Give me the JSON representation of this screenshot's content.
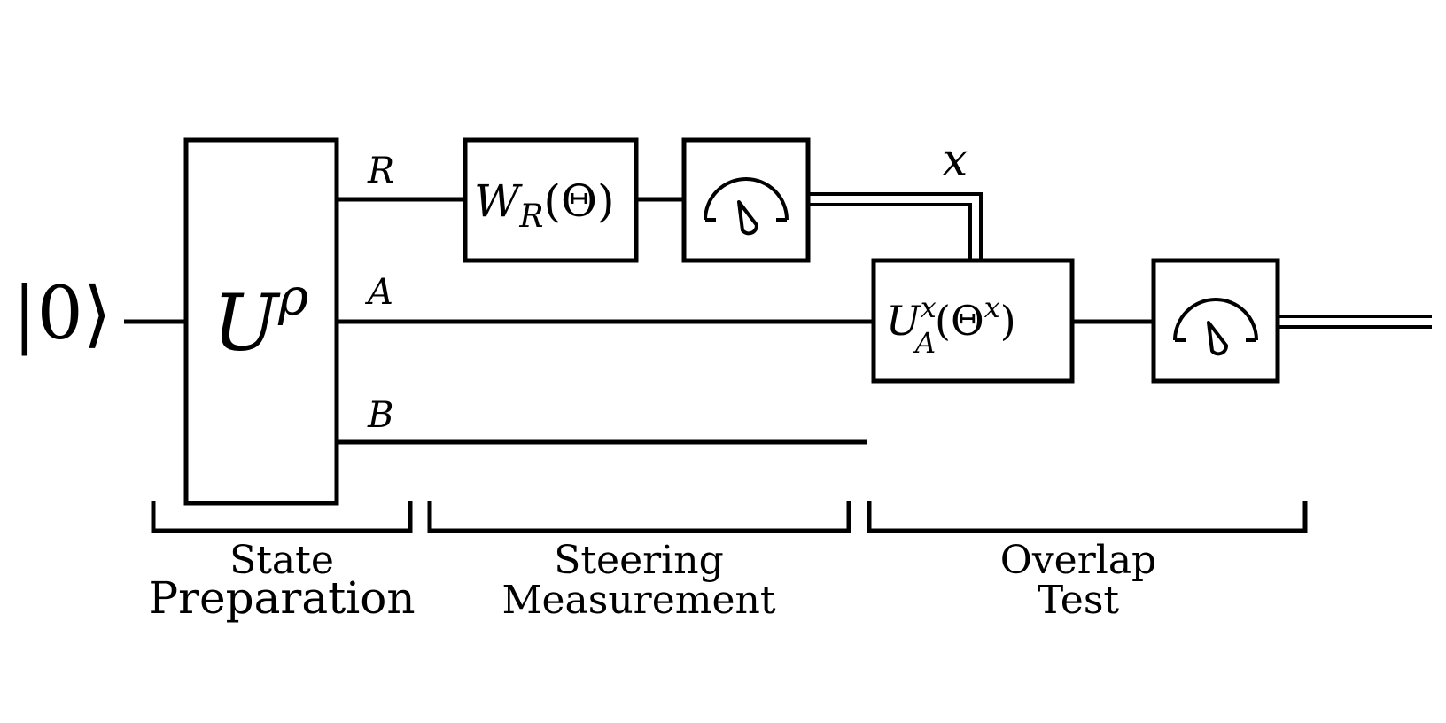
{
  "circuit": {
    "input_state": "|0⟩",
    "state_unitary": {
      "base": "U",
      "sup": "ρ"
    },
    "wire_labels": {
      "r": "R",
      "a": "A",
      "b": "B"
    },
    "steering_gate": {
      "base": "W",
      "sub": "R",
      "arg": "(Θ)"
    },
    "overlap_gate": {
      "base": "U",
      "sup": "x",
      "sub": "A",
      "arg_open": "(Θ",
      "arg_sup": "x",
      "arg_close": ")"
    },
    "classical_label": "x",
    "sections": [
      {
        "line1": "State",
        "line2": "Preparation"
      },
      {
        "line1": "Steering",
        "line2": "Measurement"
      },
      {
        "line1": "Overlap",
        "line2": "Test"
      }
    ],
    "icons": [
      "measurement-meter-icon",
      "measurement-meter-icon"
    ]
  }
}
